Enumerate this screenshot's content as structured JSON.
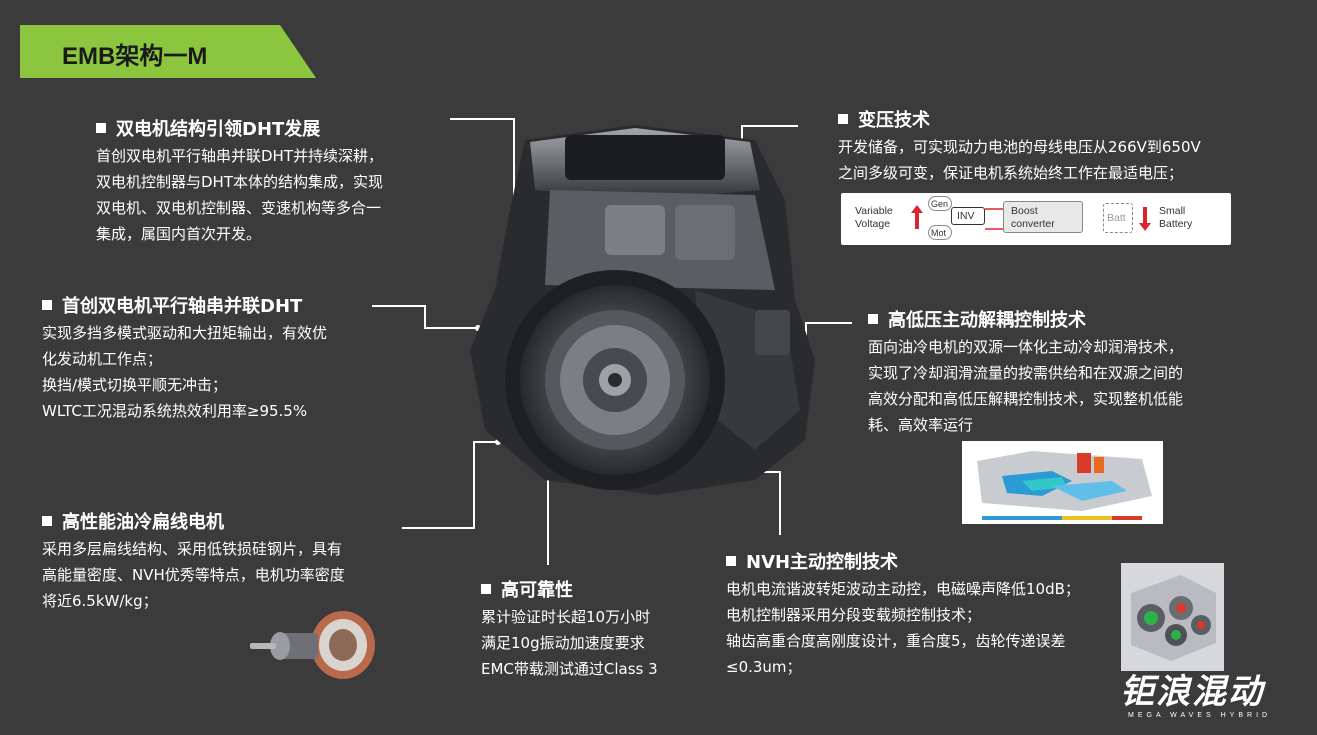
{
  "title": "EMB架构一M",
  "sections": {
    "dual_motor": {
      "heading": "双电机结构引领DHT发展",
      "lines": [
        "首创双电机平行轴串并联DHT并持续深耕，",
        "双电机控制器与DHT本体的结构集成，实现",
        "双电机、双电机控制器、变速机构等多合一",
        "集成，属国内首次开发。"
      ]
    },
    "parallel_shaft": {
      "heading": "首创双电机平行轴串并联DHT",
      "lines": [
        "实现多挡多模式驱动和大扭矩输出，有效优",
        "化发动机工作点；",
        "换挡/模式切换平顺无冲击；",
        "WLTC工况混动系统热效利用率≥95.5%"
      ]
    },
    "oil_cooled": {
      "heading": "高性能油冷扁线电机",
      "lines": [
        "采用多层扁线结构、采用低铁损硅钢片，具有",
        "高能量密度、NVH优秀等特点，电机功率密度",
        "将近6.5kW/kg；"
      ]
    },
    "reliability": {
      "heading": "高可靠性",
      "lines": [
        "累计验证时长超10万小时",
        "满足10g振动加速度要求",
        "EMC带载测试通过Class 3"
      ]
    },
    "boost": {
      "heading": "变压技术",
      "lines": [
        "开发储备，可实现动力电池的母线电压从266V到650V",
        "之间多级可变，保证电机系统始终工作在最适电压；"
      ]
    },
    "decoupling": {
      "heading": "高低压主动解耦控制技术",
      "lines": [
        "面向油冷电机的双源一体化主动冷却润滑技术，",
        "实现了冷却润滑流量的按需供给和在双源之间的",
        "高效分配和高低压解耦控制技术，实现整机低能",
        "耗、高效率运行"
      ]
    },
    "nvh": {
      "heading": "NVH主动控制技术",
      "lines": [
        "电机电流谐波转矩波动主动控，电磁噪声降低10dB；",
        "电机控制器采用分段变载频控制技术；",
        "轴齿高重合度高刚度设计，重合度5，齿轮传递误差",
        "≤0.3um；"
      ]
    }
  },
  "voltage_diagram": {
    "variable": "Variable",
    "voltage": "Voltage",
    "gen": "Gen",
    "mot": "Mot",
    "inv": "INV",
    "boost1": "Boost",
    "boost2": "converter",
    "batt": "Batt",
    "small1": "Small",
    "small2": "Battery"
  },
  "logo": {
    "cn": "钜浪混动",
    "en": "MEGA WAVES HYBRID"
  },
  "colors": {
    "background": "#3b3b3b",
    "accent": "#8cc63f",
    "text": "#ffffff",
    "arrow": "#d9262c"
  }
}
